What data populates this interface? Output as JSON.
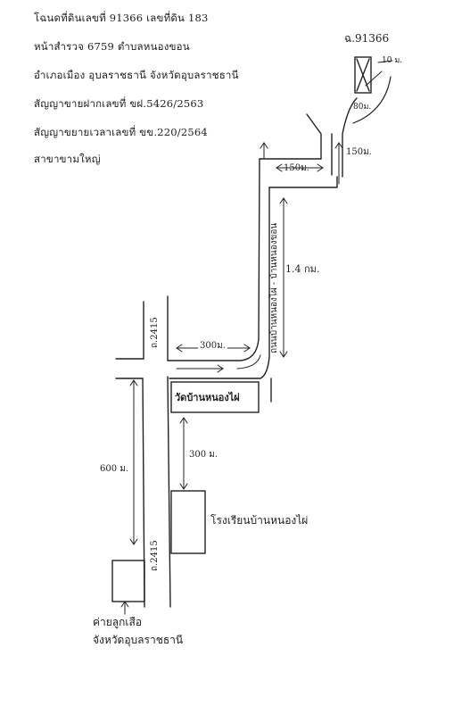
{
  "header_notes": [
    "โฉนดที่ดินเลขที่ 91366 เลขที่ดิน 183",
    "หน้าสำรวจ 6759 ตำบลหนองขอน",
    "อำเภอเมือง อุบลราชธานี จังหวัดอุบลราชธานี",
    "สัญญาขายฝากเลขที่ ขฝ.5426/2563",
    "สัญญาขยายเวลาเลขที่ ขข.220/2564",
    "สาขาขามใหญ่"
  ],
  "map_labels": {
    "deed_number": "ฉ.91366",
    "dist_10m": "10 ม.",
    "dist_80m": "80ม.",
    "dist_150m_right": "150ม.",
    "dist_150m_top": "150ม.",
    "road_name_vertical": "ถนนบ้านหนองไผ่ - บ้านหนองขอน",
    "dist_1_4km": "1.4 กม.",
    "road_2415_top": "ถ.2415",
    "dist_300m_horizontal": "300ม.",
    "temple": "วัดบ้านหนองไผ่",
    "dist_300m_vertical": "300 ม.",
    "dist_600m": "600 ม.",
    "school": "โรงเรียนบ้านหนองไผ่",
    "road_2415_bottom": "ถ.2415",
    "camp_line1": "ค่ายลูกเสือ",
    "camp_line2": "จังหวัดอุบลราชธานี"
  }
}
